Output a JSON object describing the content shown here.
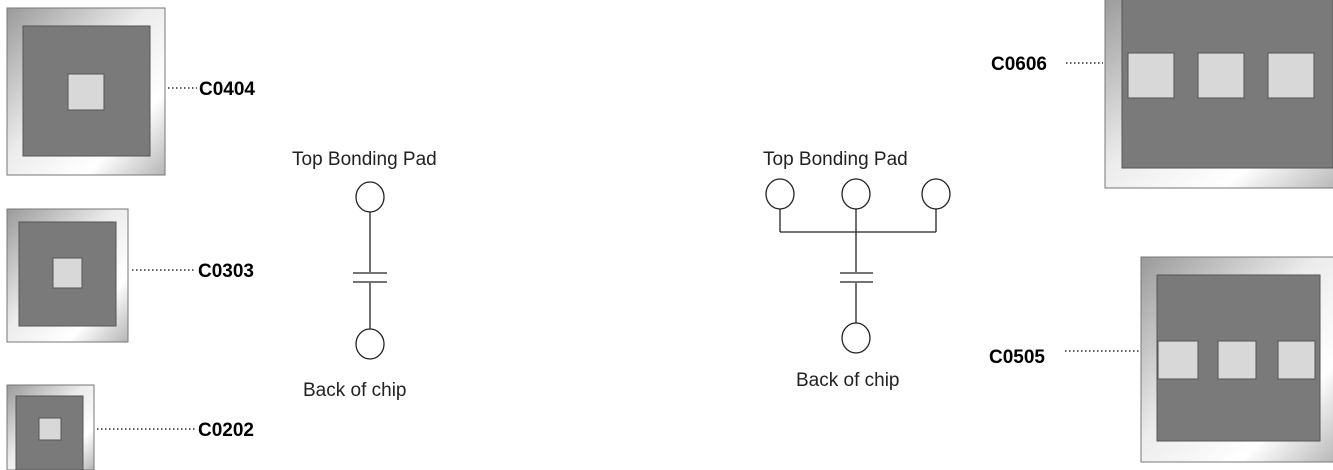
{
  "chips": {
    "c0404": {
      "label": "C0404"
    },
    "c0303": {
      "label": "C0303"
    },
    "c0202": {
      "label": "C0202"
    },
    "c0606": {
      "label": "C0606"
    },
    "c0505": {
      "label": "C0505"
    }
  },
  "schematic_single": {
    "top_label": "Top Bonding Pad",
    "bottom_label": "Back of chip"
  },
  "schematic_triple": {
    "top_label": "Top Bonding Pad",
    "bottom_label": "Back of chip"
  },
  "colors": {
    "die": "#7a7a7a",
    "bond_pad": "#d8d8d8",
    "frame_light": "#ffffff",
    "frame_dark": "#9a9a9a"
  }
}
